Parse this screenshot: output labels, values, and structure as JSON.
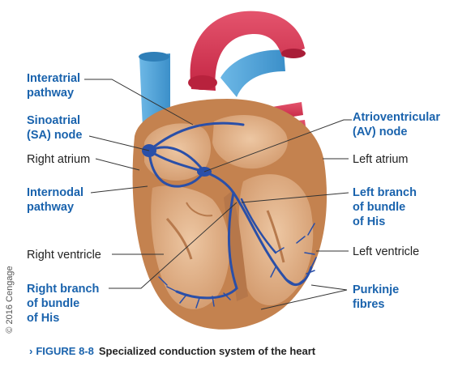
{
  "labels": {
    "interatrial": "Interatrial\npathway",
    "sinoatrial": "Sinoatrial\n(SA) node",
    "right_atrium": "Right atrium",
    "internodal": "Internodal\npathway",
    "right_ventricle": "Right ventricle",
    "right_branch": "Right branch\nof bundle\nof His",
    "atrioventricular": "Atrioventricular\n(AV) node",
    "left_atrium": "Left atrium",
    "left_branch": "Left branch\nof bundle\nof His",
    "left_ventricle": "Left ventricle",
    "purkinje": "Purkinje\nfibres"
  },
  "caption": {
    "arrow": "›",
    "figure_number": "FIGURE 8-8",
    "text": "Specialized conduction system of the heart"
  },
  "credit": "© 2016 Cengage",
  "colors": {
    "label_blue": "#1a63ad",
    "muscle": "#c98a5a",
    "chamber": "#e2b48c",
    "vessel_red": "#d93a55",
    "vessel_blue": "#4ea3d8",
    "conduction": "#2a4fa8"
  }
}
